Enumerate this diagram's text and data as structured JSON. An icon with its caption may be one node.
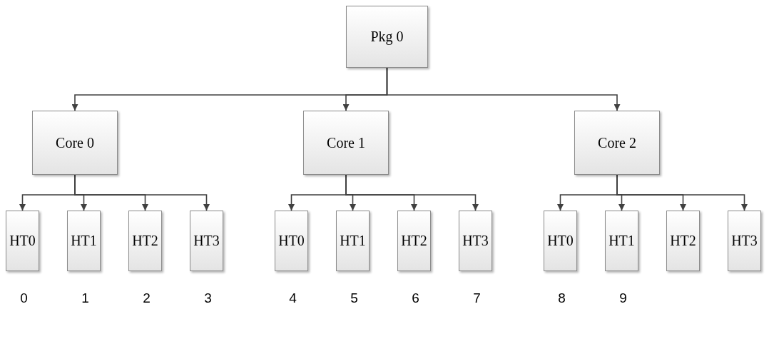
{
  "diagram": {
    "nodes": [
      {
        "text": [
          "Pkg 0"
        ]
      },
      {
        "text": [
          "Core 0"
        ]
      },
      {
        "text": [
          "Core 1"
        ]
      },
      {
        "text": [
          "Core 2"
        ]
      },
      {
        "text": [
          "HT0"
        ],
        "beside": [
          "0"
        ]
      },
      {
        "text": [
          "HT1"
        ],
        "beside": [
          "1"
        ]
      },
      {
        "text": [
          "HT2"
        ],
        "beside": [
          "2"
        ]
      },
      {
        "text": [
          "HT3"
        ],
        "beside": [
          "3"
        ]
      },
      {
        "text": [
          "HT0"
        ],
        "beside": [
          "4"
        ]
      },
      {
        "text": [
          "HT1"
        ],
        "beside": [
          "5"
        ]
      },
      {
        "text": [
          "HT2"
        ],
        "beside": [
          "6"
        ]
      },
      {
        "text": [
          "HT3"
        ],
        "beside": [
          "7"
        ]
      },
      {
        "text": [
          "HT0"
        ],
        "beside": [
          "8"
        ]
      },
      {
        "text": [
          "HT1"
        ],
        "beside": [
          "9"
        ]
      },
      {
        "text": [
          "HT2"
        ]
      },
      {
        "text": [
          "HT3"
        ]
      }
    ],
    "edges": [
      {
        "from": 0,
        "to": 1,
        "arrow": "to"
      },
      {
        "from": 0,
        "to": 2,
        "arrow": "to"
      },
      {
        "from": 0,
        "to": 3,
        "arrow": "to"
      },
      {
        "from": 1,
        "to": 4,
        "arrow": "to"
      },
      {
        "from": 1,
        "to": 5,
        "arrow": "to"
      },
      {
        "from": 1,
        "to": 6,
        "arrow": "to"
      },
      {
        "from": 1,
        "to": 7,
        "arrow": "to"
      },
      {
        "from": 2,
        "to": 8,
        "arrow": "to"
      },
      {
        "from": 2,
        "to": 9,
        "arrow": "to"
      },
      {
        "from": 2,
        "to": 10,
        "arrow": "to"
      },
      {
        "from": 2,
        "to": 11,
        "arrow": "to"
      },
      {
        "from": 3,
        "to": 12,
        "arrow": "to"
      },
      {
        "from": 3,
        "to": 13,
        "arrow": "to"
      },
      {
        "from": 3,
        "to": 14,
        "arrow": "to"
      },
      {
        "from": 3,
        "to": 15,
        "arrow": "to"
      }
    ]
  }
}
